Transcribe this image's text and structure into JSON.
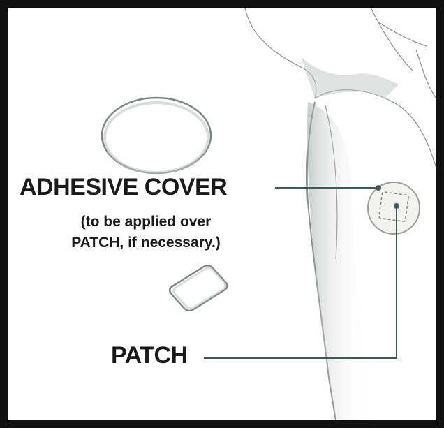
{
  "labels": {
    "adhesive_cover": "ADHESIVE COVER",
    "adhesive_note_line1": "(to be applied over",
    "adhesive_note_line2": "PATCH, if necessary.)",
    "patch": "PATCH"
  },
  "colors": {
    "frame": "#111111",
    "leader_line": "#3f5a58",
    "text": "#1a1a1a",
    "sketch": "#8a928f"
  }
}
